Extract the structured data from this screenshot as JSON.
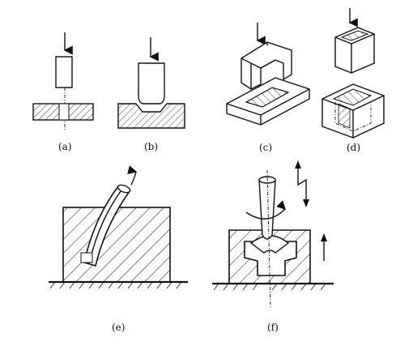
{
  "captions": {
    "a": "(a)",
    "b": "(b)",
    "c": "(c)",
    "d": "(d)",
    "e": "(e)",
    "f": "(f)"
  }
}
